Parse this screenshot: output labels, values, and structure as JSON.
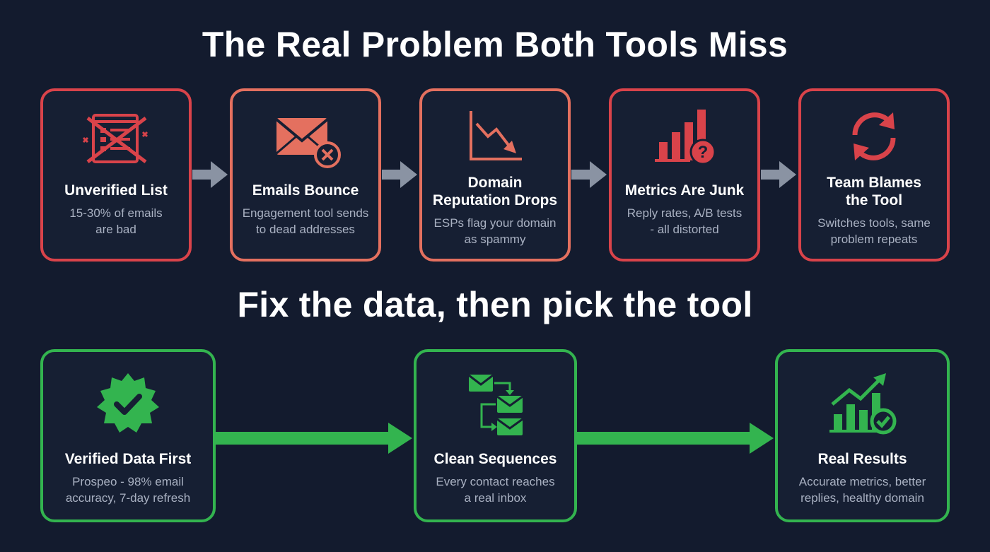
{
  "titles": {
    "top": "The Real Problem Both Tools Miss",
    "bottom": "Fix the data, then pick the tool"
  },
  "colors": {
    "background": "#131b2e",
    "problem_red": "#d9434a",
    "problem_coral": "#e4705f",
    "solution_green": "#33b44f",
    "arrow_gray": "#8a93a3"
  },
  "problem_steps": [
    {
      "title": "Unverified List",
      "desc_line1": "15-30% of emails",
      "desc_line2": "are bad",
      "icon": "crossed-out-list-icon"
    },
    {
      "title": "Emails Bounce",
      "desc_line1": "Engagement tool sends",
      "desc_line2": "to dead addresses",
      "icon": "envelope-x-icon"
    },
    {
      "title_line1": "Domain",
      "title_line2": "Reputation Drops",
      "desc_line1": "ESPs flag your domain",
      "desc_line2": "as spammy",
      "icon": "declining-chart-icon"
    },
    {
      "title": "Metrics Are Junk",
      "desc_line1": "Reply rates, A/B tests",
      "desc_line2": "- all distorted",
      "icon": "bar-chart-question-icon"
    },
    {
      "title_line1": "Team Blames",
      "title_line2": "the Tool",
      "desc_line1": "Switches tools, same",
      "desc_line2": "problem repeats",
      "icon": "refresh-cycle-icon"
    }
  ],
  "solution_steps": [
    {
      "title": "Verified Data First",
      "desc_line1": "Prospeo - 98% email",
      "desc_line2": "accuracy, 7-day refresh",
      "icon": "verified-badge-icon"
    },
    {
      "title": "Clean Sequences",
      "desc_line1": "Every contact reaches",
      "desc_line2": "a real inbox",
      "icon": "email-sequence-icon"
    },
    {
      "title": "Real Results",
      "desc_line1": "Accurate metrics, better",
      "desc_line2": "replies, healthy domain",
      "icon": "growth-chart-check-icon"
    }
  ]
}
